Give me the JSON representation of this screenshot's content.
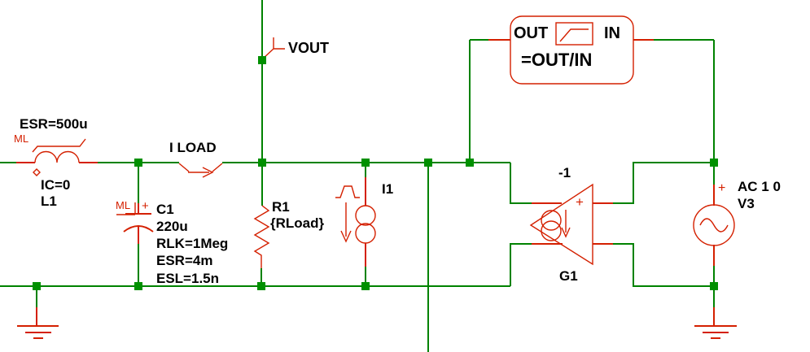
{
  "colors": {
    "wire": "#008200",
    "component": "#d42000",
    "junction": "#009000",
    "text": "#000000",
    "bg": "#ffffff"
  },
  "schematic": {
    "inductor_l1": {
      "model": "ML",
      "esr": "ESR=500u",
      "ic": "IC=0",
      "designator": "L1"
    },
    "probe_iload": {
      "label": "I LOAD"
    },
    "probe_vout": {
      "label": "VOUT"
    },
    "capacitor_c1": {
      "model": "ML",
      "polarity": "+",
      "designator": "C1",
      "value": "220u",
      "rlk": "RLK=1Meg",
      "esr": "ESR=4m",
      "esl": "ESL=1.5n"
    },
    "resistor_r1": {
      "designator": "R1",
      "value": "{RLoad}"
    },
    "current_source_i1": {
      "designator": "I1"
    },
    "transfer_block": {
      "out_label": "OUT",
      "in_label": "IN",
      "formula": "=OUT/IN"
    },
    "vccs_g1": {
      "gain": "-1",
      "polarity": "+",
      "designator": "G1"
    },
    "source_v3": {
      "polarity": "+",
      "value": "AC 1 0",
      "designator": "V3"
    }
  }
}
